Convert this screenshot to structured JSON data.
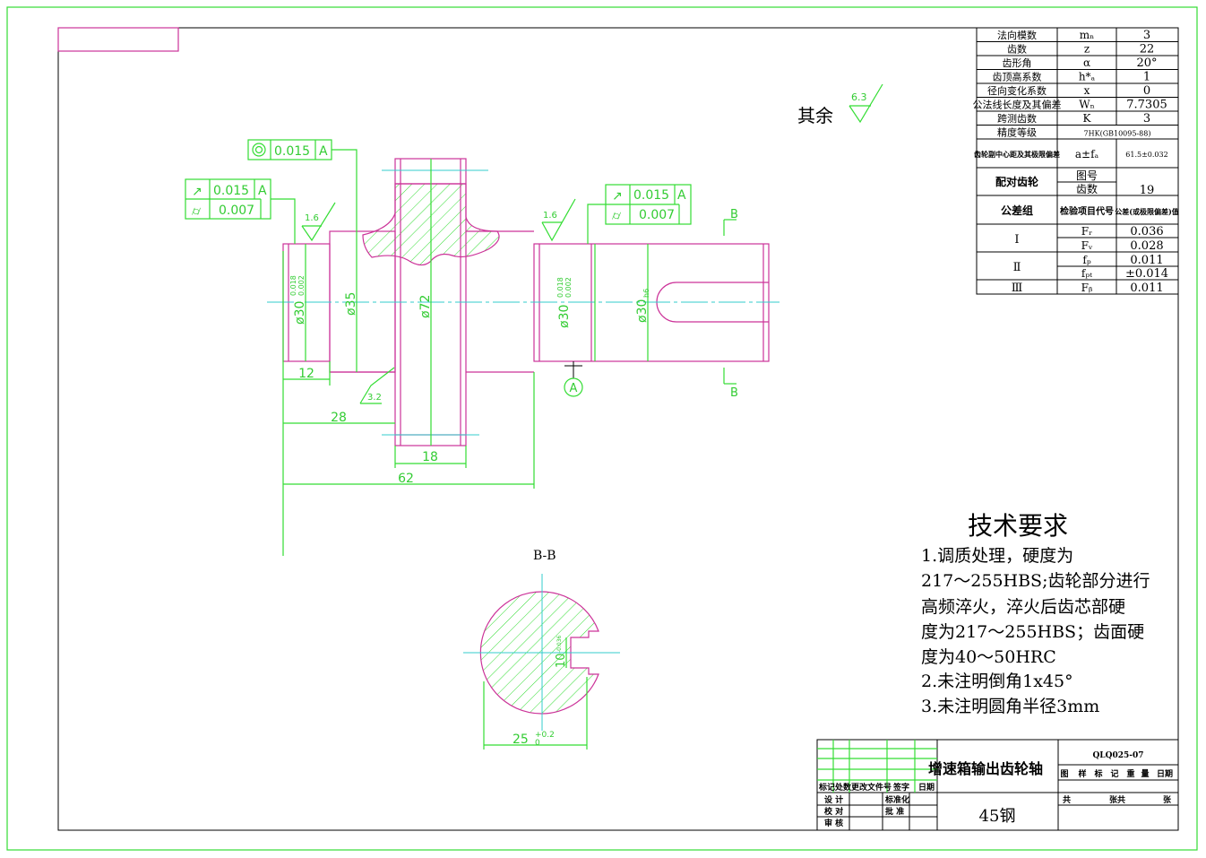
{
  "gear_params": [
    {
      "label": "法向模数",
      "symbol": "mₙ",
      "value": "3"
    },
    {
      "label": "齿数",
      "symbol": "z",
      "value": "22"
    },
    {
      "label": "齿形角",
      "symbol": "α",
      "value": "20°"
    },
    {
      "label": "齿顶高系数",
      "symbol": "h*ₐ",
      "value": "1"
    },
    {
      "label": "径向变化系数",
      "symbol": "x",
      "value": "0"
    },
    {
      "label": "公法线长度及其偏差",
      "symbol": "Wₙ",
      "value": "7.7305"
    },
    {
      "label": "跨测齿数",
      "symbol": "K",
      "value": "3"
    },
    {
      "label": "精度等级",
      "symbol": "",
      "value": "7HK(GB10095-88)"
    }
  ],
  "center_distance": {
    "label": "齿轮副中心距及其极限偏差",
    "symbol": "a±fₐ",
    "value": "61.5±0.032"
  },
  "mating_gear": {
    "label": "配对齿轮",
    "row1": "图号",
    "row2": "齿数",
    "value": "19"
  },
  "tolerance_header": {
    "group": "公差组",
    "item": "检验项目代号",
    "value": "公差(或极限偏差)值"
  },
  "tolerance_groups": [
    {
      "group": "Ⅰ",
      "rows": [
        {
          "code": "Fᵣ",
          "value": "0.036"
        },
        {
          "code": "Fᵥ",
          "value": "0.028"
        }
      ]
    },
    {
      "group": "Ⅱ",
      "rows": [
        {
          "code": "fₚ",
          "value": "0.011"
        },
        {
          "code": "fₚₜ",
          "value": "±0.014"
        }
      ]
    },
    {
      "group": "Ⅲ",
      "rows": [
        {
          "code": "Fᵦ",
          "value": "0.011"
        }
      ]
    }
  ],
  "roughness_rest": {
    "label": "其余",
    "value": "6.3"
  },
  "roughness_marks": [
    "1.6",
    "1.6",
    "3.2"
  ],
  "geo_tol": [
    {
      "symbol": "◎",
      "value": "0.015",
      "datum": "A"
    },
    {
      "symbol": "↗",
      "value": "0.015",
      "datum": "A"
    },
    {
      "symbol": "⌭",
      "value": "0.007",
      "datum": ""
    },
    {
      "symbol": "↗",
      "value": "0.015",
      "datum": "A"
    },
    {
      "symbol": "⌭",
      "value": "0.007",
      "datum": ""
    }
  ],
  "dims": {
    "d30_left": "ø30",
    "d30_left_tol_up": "0.018",
    "d30_left_tol_lo": "0.002",
    "d35": "ø35",
    "d72": "ø72",
    "d30_mid": "ø30",
    "d30_mid_tol_up": "0.018",
    "d30_mid_tol_lo": "0.002",
    "d30_right": "ø30",
    "d30_right_tol": "h6",
    "l12": "12",
    "l28": "28",
    "l18": "18",
    "l62": "62",
    "bb_width": "25",
    "bb_width_tol_up": "+0.2",
    "bb_width_tol_lo": "0",
    "bb_slot": "10",
    "bb_slot_tol": "-0.036"
  },
  "datum_label": "A",
  "section_marks": {
    "top": "B",
    "bottom": "B",
    "title": "B-B"
  },
  "tech_req": {
    "title": "技术要求",
    "lines": [
      "1.调质处理，硬度为",
      "217～255HBS;齿轮部分进行",
      "高频淬火，淬火后齿芯部硬",
      "度为217～255HBS；齿面硬",
      "度为40～50HRC",
      "2.未注明倒角1x45°",
      "3.未注明圆角半径3mm"
    ]
  },
  "title_block": {
    "part_name": "增速箱输出齿轮轴",
    "drawing_no": "QLQ025-07",
    "material": "45钢",
    "col_headers": [
      "图",
      "样",
      "标",
      "记",
      "重",
      "量",
      "日期"
    ],
    "sheet_row": [
      "共",
      "张共",
      "张"
    ],
    "sign_headers": [
      "标记",
      "处数",
      "更改文件号",
      "签字",
      "日期"
    ],
    "design": "设 计",
    "check": "校 对",
    "review": "审 核",
    "std": "标准化",
    "approve": "批 准"
  },
  "colors": {
    "outline": "#cc3399",
    "dimension": "#33dd33",
    "center": "#33cccc",
    "frame": "#000000"
  }
}
